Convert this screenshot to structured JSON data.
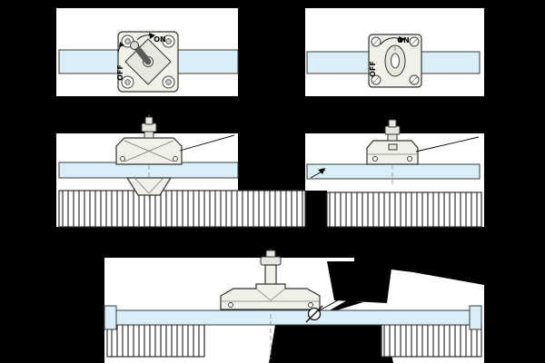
{
  "diagram": {
    "title": "clamp-unit-technical-diagram",
    "labels": {
      "top_left_on": "ON",
      "top_left_off": "OFF",
      "top_right_on": "ON",
      "top_right_off": "OFF"
    },
    "colors": {
      "background": "#ffffff",
      "mask": "#000000",
      "rail_fill": "#d9eef6",
      "part_fill": "#f1f1e9",
      "stroke": "#333333"
    }
  }
}
